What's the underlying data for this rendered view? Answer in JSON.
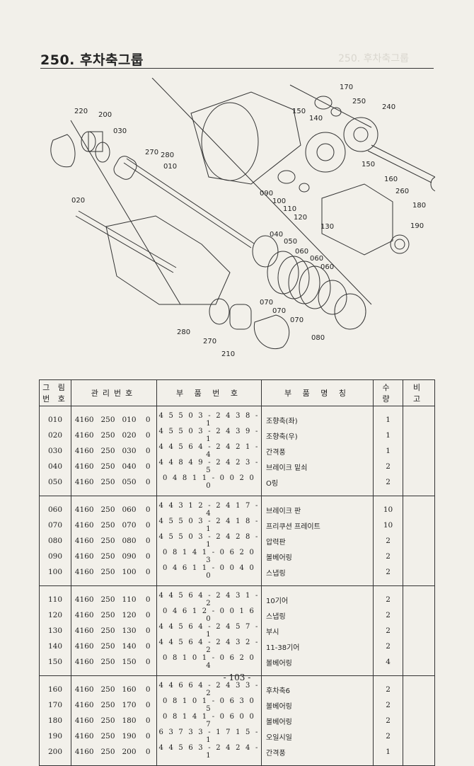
{
  "header": {
    "title": "250. 후차축그룹",
    "ghost": "250. 후차축그룹"
  },
  "diagram": {
    "callouts": [
      "220",
      "200",
      "030",
      "270",
      "280",
      "010",
      "020",
      "170",
      "150",
      "140",
      "250",
      "240",
      "090",
      "100",
      "110",
      "120",
      "160",
      "260",
      "180",
      "130",
      "190",
      "040",
      "050",
      "060",
      "060",
      "060",
      "070",
      "070",
      "070",
      "080",
      "280",
      "270",
      "210",
      "150"
    ]
  },
  "table": {
    "headers": {
      "fig": "그 림\n번 호",
      "mgmt": "관리번호",
      "part_no": "부 품 번 호",
      "part_name": "부 품 명 칭",
      "qty": "수 량",
      "note": "비 고"
    },
    "groups": [
      [
        {
          "fig": "010",
          "m1": "4160",
          "m2": "250",
          "m3": "010",
          "m4": "0",
          "pn": "45503-2438-1",
          "name": "조향축(좌)",
          "qty": "1"
        },
        {
          "fig": "020",
          "m1": "4160",
          "m2": "250",
          "m3": "020",
          "m4": "0",
          "pn": "45503-2439-1",
          "name": "조향축(우)",
          "qty": "1"
        },
        {
          "fig": "030",
          "m1": "4160",
          "m2": "250",
          "m3": "030",
          "m4": "0",
          "pn": "44564-2421-4",
          "name": "간격풍",
          "qty": "1"
        },
        {
          "fig": "040",
          "m1": "4160",
          "m2": "250",
          "m3": "040",
          "m4": "0",
          "pn": "44849-2423-5",
          "name": "브레이크 밑쇠",
          "qty": "2"
        },
        {
          "fig": "050",
          "m1": "4160",
          "m2": "250",
          "m3": "050",
          "m4": "0",
          "pn": "04811-00200",
          "name": "O링",
          "qty": "2"
        }
      ],
      [
        {
          "fig": "060",
          "m1": "4160",
          "m2": "250",
          "m3": "060",
          "m4": "0",
          "pn": "44312-2417-4",
          "name": "브레이크 판",
          "qty": "10"
        },
        {
          "fig": "070",
          "m1": "4160",
          "m2": "250",
          "m3": "070",
          "m4": "0",
          "pn": "45503-2418-1",
          "name": "프리쿠션 프레이트",
          "qty": "10"
        },
        {
          "fig": "080",
          "m1": "4160",
          "m2": "250",
          "m3": "080",
          "m4": "0",
          "pn": "45503-2428-1",
          "name": "압력판",
          "qty": "2"
        },
        {
          "fig": "090",
          "m1": "4160",
          "m2": "250",
          "m3": "090",
          "m4": "0",
          "pn": "08141-06203",
          "name": "볼베어링",
          "qty": "2"
        },
        {
          "fig": "100",
          "m1": "4160",
          "m2": "250",
          "m3": "100",
          "m4": "0",
          "pn": "04611-00400",
          "name": "스냅링",
          "qty": "2"
        }
      ],
      [
        {
          "fig": "110",
          "m1": "4160",
          "m2": "250",
          "m3": "110",
          "m4": "0",
          "pn": "44564-2431-2",
          "name": "10기어",
          "qty": "2"
        },
        {
          "fig": "120",
          "m1": "4160",
          "m2": "250",
          "m3": "120",
          "m4": "0",
          "pn": "04612-00160",
          "name": "스냅링",
          "qty": "2"
        },
        {
          "fig": "130",
          "m1": "4160",
          "m2": "250",
          "m3": "130",
          "m4": "0",
          "pn": "44564-2457-1",
          "name": "부시",
          "qty": "2"
        },
        {
          "fig": "140",
          "m1": "4160",
          "m2": "250",
          "m3": "140",
          "m4": "0",
          "pn": "44564-2432-2",
          "name": "11-38기어",
          "qty": "2"
        },
        {
          "fig": "150",
          "m1": "4160",
          "m2": "250",
          "m3": "150",
          "m4": "0",
          "pn": "08101-06204",
          "name": "볼베어링",
          "qty": "4"
        }
      ],
      [
        {
          "fig": "160",
          "m1": "4160",
          "m2": "250",
          "m3": "160",
          "m4": "0",
          "pn": "44664-2433-2",
          "name": "후차축6",
          "qty": "2"
        },
        {
          "fig": "170",
          "m1": "4160",
          "m2": "250",
          "m3": "170",
          "m4": "0",
          "pn": "08101-06305",
          "name": "볼베어링",
          "qty": "2"
        },
        {
          "fig": "180",
          "m1": "4160",
          "m2": "250",
          "m3": "180",
          "m4": "0",
          "pn": "08141-06007",
          "name": "볼베어링",
          "qty": "2"
        },
        {
          "fig": "190",
          "m1": "4160",
          "m2": "250",
          "m3": "190",
          "m4": "0",
          "pn": "63733-1715-1",
          "name": "오일시일",
          "qty": "2"
        },
        {
          "fig": "200",
          "m1": "4160",
          "m2": "250",
          "m3": "200",
          "m4": "0",
          "pn": "44563-2424-1",
          "name": "간격풍",
          "qty": "1"
        }
      ]
    ]
  },
  "footer": {
    "page": "- 103 -"
  }
}
